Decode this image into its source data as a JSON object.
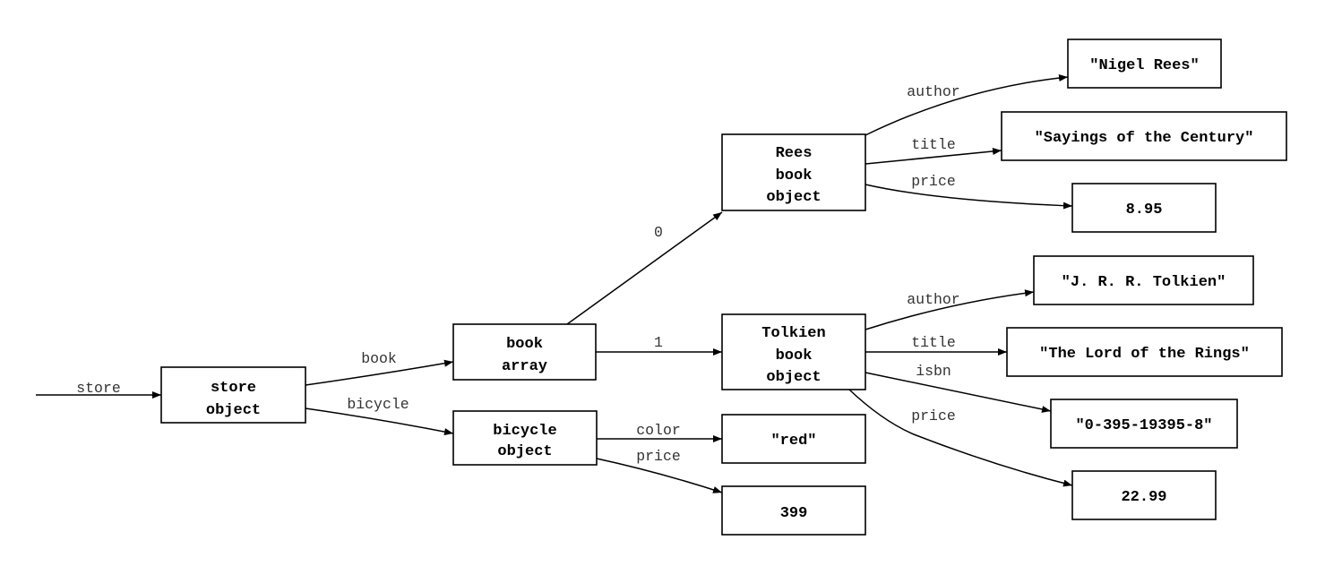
{
  "entry_label": "store",
  "nodes": {
    "store": {
      "lines": [
        "store",
        "object"
      ]
    },
    "book": {
      "lines": [
        "book",
        "array"
      ]
    },
    "bicycle": {
      "lines": [
        "bicycle",
        "object"
      ]
    },
    "rees": {
      "lines": [
        "Rees",
        "book",
        "object"
      ]
    },
    "tolkien": {
      "lines": [
        "Tolkien",
        "book",
        "object"
      ]
    },
    "red": {
      "lines": [
        "\"red\""
      ]
    },
    "bike_price": {
      "lines": [
        "399"
      ]
    },
    "rees_author": {
      "lines": [
        "\"Nigel Rees\""
      ]
    },
    "rees_title": {
      "lines": [
        "\"Sayings of the Century\""
      ]
    },
    "rees_price": {
      "lines": [
        "8.95"
      ]
    },
    "tolkien_author": {
      "lines": [
        "\"J. R. R. Tolkien\""
      ]
    },
    "tolkien_title": {
      "lines": [
        "\"The Lord of the Rings\""
      ]
    },
    "tolkien_isbn": {
      "lines": [
        "\"0-395-19395-8\""
      ]
    },
    "tolkien_price": {
      "lines": [
        "22.99"
      ]
    }
  },
  "edges": [
    {
      "from": "store",
      "to": "book",
      "label": "book"
    },
    {
      "from": "store",
      "to": "bicycle",
      "label": "bicycle"
    },
    {
      "from": "book",
      "to": "rees",
      "label": "0"
    },
    {
      "from": "book",
      "to": "tolkien",
      "label": "1"
    },
    {
      "from": "bicycle",
      "to": "red",
      "label": "color"
    },
    {
      "from": "bicycle",
      "to": "bike_price",
      "label": "price"
    },
    {
      "from": "rees",
      "to": "rees_author",
      "label": "author"
    },
    {
      "from": "rees",
      "to": "rees_title",
      "label": "title"
    },
    {
      "from": "rees",
      "to": "rees_price",
      "label": "price"
    },
    {
      "from": "tolkien",
      "to": "tolkien_author",
      "label": "author"
    },
    {
      "from": "tolkien",
      "to": "tolkien_title",
      "label": "title"
    },
    {
      "from": "tolkien",
      "to": "tolkien_isbn",
      "label": "isbn"
    },
    {
      "from": "tolkien",
      "to": "tolkien_price",
      "label": "price"
    }
  ]
}
